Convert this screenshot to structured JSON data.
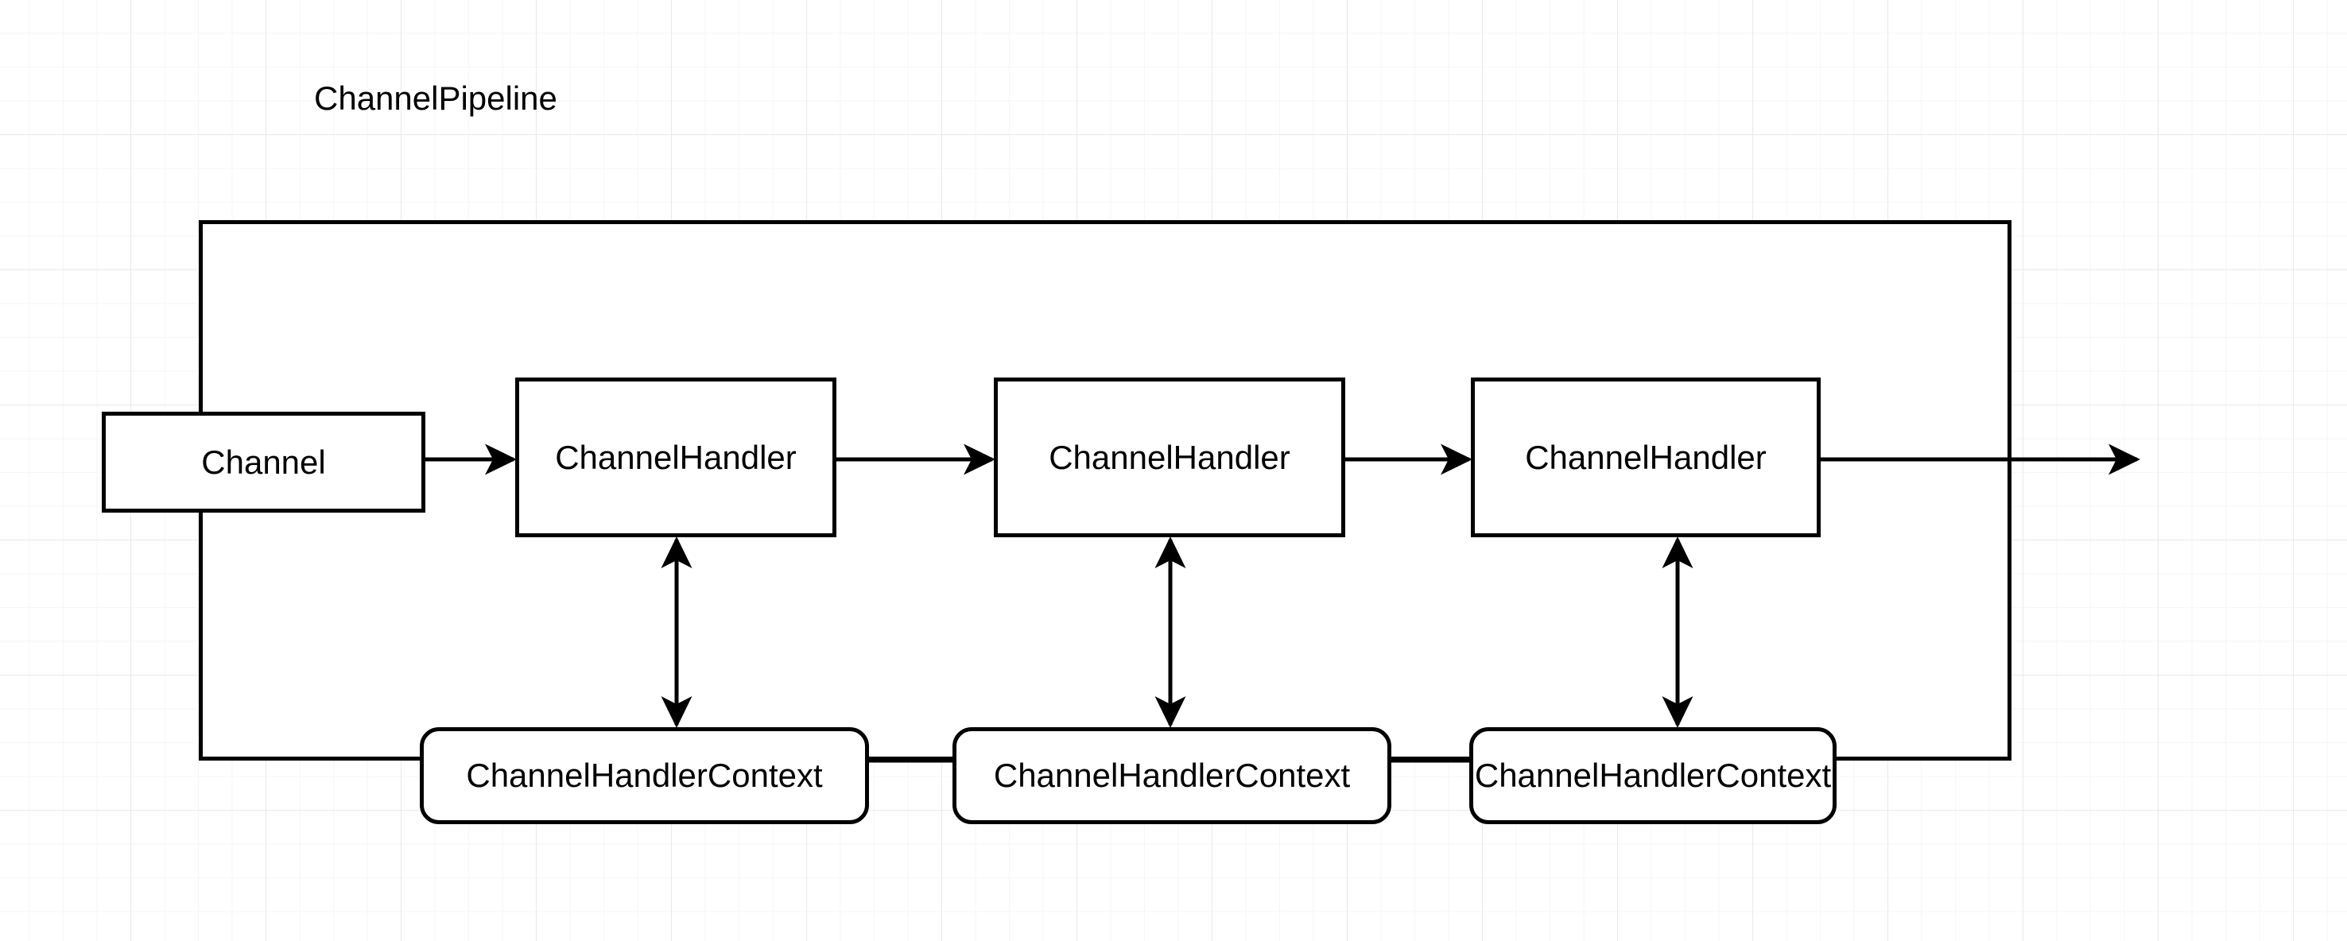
{
  "diagram": {
    "title": "ChannelPipeline",
    "background": "#ffffff",
    "stroke_color": "#000000",
    "grid_minor_color": "#f6f6f6",
    "grid_major_color": "#e9e9e9",
    "nodes": {
      "channel": {
        "label": "Channel"
      },
      "handlers": [
        {
          "label": "ChannelHandler"
        },
        {
          "label": "ChannelHandler"
        },
        {
          "label": "ChannelHandler"
        }
      ],
      "contexts": [
        {
          "label": "ChannelHandlerContext"
        },
        {
          "label": "ChannelHandlerContext"
        },
        {
          "label": "ChannelHandlerContext"
        }
      ]
    },
    "connectors": [
      {
        "name": "channel-to-handler-1",
        "from": "Channel",
        "to": "ChannelHandler 1",
        "style": "arrow-right"
      },
      {
        "name": "handler-1-to-handler-2",
        "from": "ChannelHandler 1",
        "to": "ChannelHandler 2",
        "style": "arrow-right"
      },
      {
        "name": "handler-2-to-handler-3",
        "from": "ChannelHandler 2",
        "to": "ChannelHandler 3",
        "style": "arrow-right"
      },
      {
        "name": "handler-3-outbound",
        "from": "ChannelHandler 3",
        "to": "",
        "style": "arrow-right"
      },
      {
        "name": "handler-1-context-1-link",
        "from": "ChannelHandler 1",
        "to": "ChannelHandlerContext 1",
        "style": "double-arrow-vertical"
      },
      {
        "name": "handler-2-context-2-link",
        "from": "ChannelHandler 2",
        "to": "ChannelHandlerContext 2",
        "style": "double-arrow-vertical"
      },
      {
        "name": "handler-3-context-3-link",
        "from": "ChannelHandler 3",
        "to": "ChannelHandlerContext 3",
        "style": "double-arrow-vertical"
      },
      {
        "name": "context-1-to-context-2",
        "from": "ChannelHandlerContext 1",
        "to": "ChannelHandlerContext 2",
        "style": "line"
      },
      {
        "name": "context-2-to-context-3",
        "from": "ChannelHandlerContext 2",
        "to": "ChannelHandlerContext 3",
        "style": "line"
      }
    ]
  }
}
